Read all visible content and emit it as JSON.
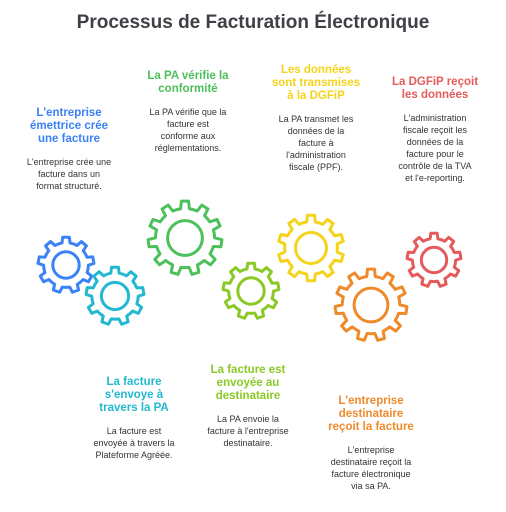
{
  "title": "Processus de Facturation Électronique",
  "colors": {
    "blue": "#3b82f6",
    "teal": "#22b8cf",
    "green": "#4cc05a",
    "lime": "#8ac926",
    "yellow": "#f5d31b",
    "orange": "#ef8a2b",
    "red": "#e55a5a",
    "text": "#333333"
  },
  "steps": [
    {
      "id": "s1",
      "color": "blue",
      "head": [
        "L'entreprise",
        "émettrice crée",
        "une facture"
      ],
      "desc": [
        "L'entreprise crée une",
        "facture dans un",
        "format structuré."
      ]
    },
    {
      "id": "s2",
      "color": "green",
      "head": [
        "La PA vérifie la",
        "conformité"
      ],
      "desc": [
        "La PA vérifie que la",
        "facture est",
        "conforme aux",
        "réglementations."
      ]
    },
    {
      "id": "s3",
      "color": "yellow",
      "head": [
        "Les données",
        "sont transmises",
        "à la DGFiP"
      ],
      "desc": [
        "La PA transmet les",
        "données de la",
        "facture à",
        "l'administration",
        "fiscale (PPF)."
      ]
    },
    {
      "id": "s4",
      "color": "red",
      "head": [
        "La DGFiP reçoit",
        "les données"
      ],
      "desc": [
        "L'administration",
        "fiscale reçoit les",
        "données de la",
        "facture pour le",
        "contrôle de la TVA",
        "et l'e-reporting."
      ]
    },
    {
      "id": "s5",
      "color": "teal",
      "head": [
        "La facture",
        "s'envoye à",
        "travers la PA"
      ],
      "desc": [
        "La facture est",
        "envoyée à travers la",
        "Plateforme Agréée."
      ]
    },
    {
      "id": "s6",
      "color": "lime",
      "head": [
        "La facture est",
        "envoyée au",
        "destinataire"
      ],
      "desc": [
        "La PA envoie la",
        "facture à l'entreprise",
        "destinataire."
      ]
    },
    {
      "id": "s7",
      "color": "orange",
      "head": [
        "L'entreprise",
        "destinataire",
        "reçoit la facture"
      ],
      "desc": [
        "L'entreprise",
        "destinataire reçoit la",
        "facture électronique",
        "via sa PA."
      ]
    }
  ],
  "gears": [
    {
      "name": "gear-blue-icon",
      "color": "blue"
    },
    {
      "name": "gear-teal-icon",
      "color": "teal"
    },
    {
      "name": "gear-green-icon",
      "color": "green"
    },
    {
      "name": "gear-lime-icon",
      "color": "lime"
    },
    {
      "name": "gear-yellow-icon",
      "color": "yellow"
    },
    {
      "name": "gear-orange-icon",
      "color": "orange"
    },
    {
      "name": "gear-red-icon",
      "color": "red"
    }
  ]
}
